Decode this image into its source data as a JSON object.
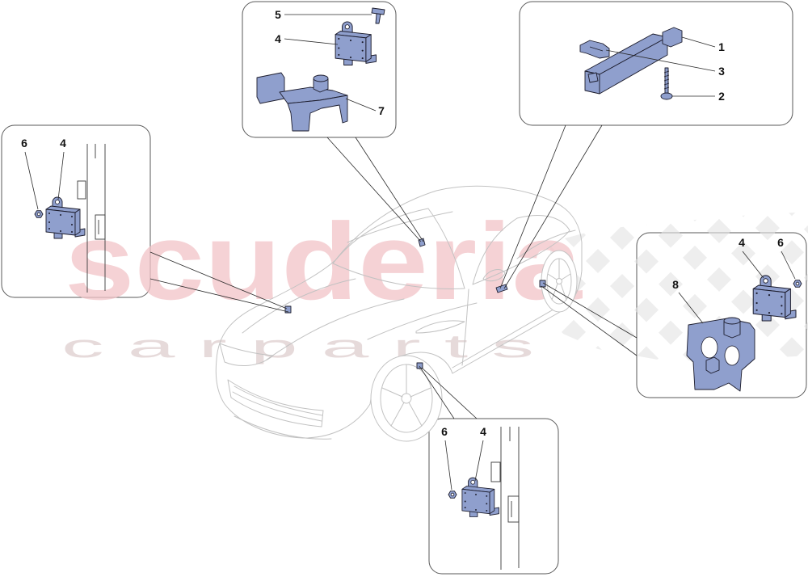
{
  "watermark": {
    "brand": "scuderia",
    "tagline": "c a r p a r t s"
  },
  "callouts": {
    "top_center": {
      "labels": [
        "5",
        "4",
        "7"
      ]
    },
    "top_right": {
      "labels": [
        "1",
        "3",
        "2"
      ]
    },
    "left": {
      "labels": [
        "6",
        "4"
      ]
    },
    "right": {
      "labels": [
        "4",
        "6",
        "8"
      ]
    },
    "bottom": {
      "labels": [
        "6",
        "4"
      ]
    }
  },
  "colors": {
    "part_fill": "#8f9fcd",
    "part_outline": "#1c1c2c",
    "car_line": "#c2c2c2",
    "watermark": "#f2c3c7",
    "watermark_tagline": "#e4d6d7",
    "flag": "#e2e2e2",
    "leader": "#2a2a2a"
  }
}
